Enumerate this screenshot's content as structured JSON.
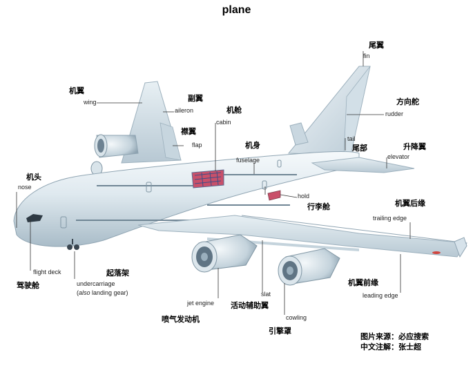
{
  "title": "plane",
  "labels": {
    "fin_zh": "尾翼",
    "fin_en": "fin",
    "wing_zh": "机翼",
    "wing_en": "wing",
    "aileron_zh": "副翼",
    "aileron_en": "aileron",
    "cabin_zh": "机舱",
    "cabin_en": "cabin",
    "rudder_zh": "方向舵",
    "rudder_en": "rudder",
    "flap_zh": "襟翼",
    "flap_en": "flap",
    "tail_en": "tail",
    "tail_zh": "尾部",
    "fuselage_zh": "机身",
    "fuselage_en": "fuselage",
    "elevator_zh": "升降翼",
    "elevator_en": "elevator",
    "nose_zh": "机头",
    "nose_en": "nose",
    "hold_en": "hold",
    "hold_zh": "行李舱",
    "trailing_zh": "机翼后缘",
    "trailing_en": "trailing edge",
    "flightdeck_en": "flight deck",
    "flightdeck_zh": "驾驶舱",
    "undercarriage_zh": "起落架",
    "undercarriage_en": "undercarriage",
    "also_prefix": "(",
    "also_word": "also",
    "also_rest": " landing gear)",
    "leading_zh": "机翼前缘",
    "leading_en": "leading edge",
    "slat_en": "slat",
    "slat_zh": "活动辅助翼",
    "jet_en": "jet engine",
    "jet_zh": "喷气发动机",
    "cowling_en": "cowling",
    "cowling_zh": "引擎罩"
  },
  "credits": {
    "source": "图片来源：必应搜索",
    "notes": "中文注解：张士超"
  },
  "colors": {
    "body_light": "#eef4f8",
    "body_mid": "#c9d8e2",
    "body_dark": "#8fa4b2",
    "leader": "#333333",
    "cabin_seats": "#c9506a"
  }
}
